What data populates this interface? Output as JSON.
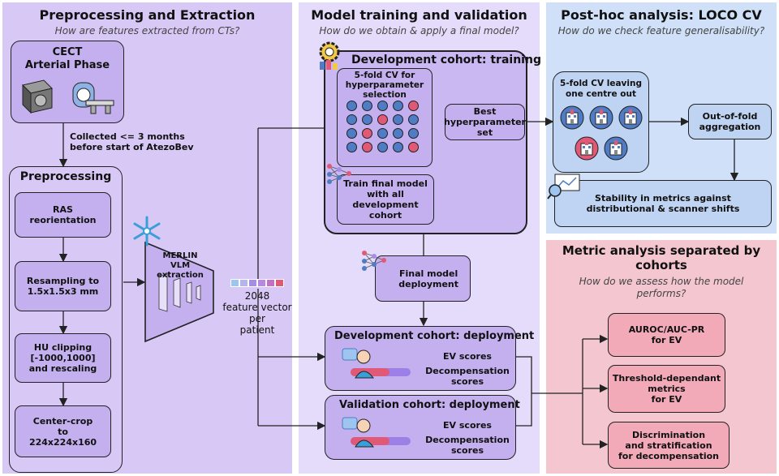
{
  "colors": {
    "panel_purple": "#d8c8f6",
    "panel_lavender": "#e4dcfa",
    "panel_blue": "#cfe0f8",
    "panel_pink": "#f4c6cf",
    "box_purple": "#c4b0ef",
    "box_blue": "#bfd3f2",
    "box_pink": "#f2a9b8",
    "dot_blue": "#4f7cc4",
    "dot_red": "#e05a78"
  },
  "preprocessing": {
    "title": "Preprocessing and Extraction",
    "subtitle": "How are features extracted from CTs?",
    "cect_title": "CECT\nArterial Phase",
    "collected_note": "Collected <= 3 months\nbefore start of AtezoBev",
    "preproc_title": "Preprocessing",
    "steps": [
      "RAS\nreorientation",
      "Resampling to\n1.5x1.5x3 mm",
      "HU clipping\n[-1000,1000]\nand rescaling",
      "Center-crop\nto\n224x224x160"
    ],
    "merlin_label": "MERLIN\nVLM extraction",
    "feature_caption": "2048\nfeature vector\nper\npatient",
    "icons": [
      "ct-volume-icon",
      "ct-scanner-icon",
      "snowflake-icon"
    ]
  },
  "training": {
    "title": "Model training and validation",
    "subtitle": "How do we obtain & apply a final model?",
    "dev_training_title": "Development cohort: training",
    "cv_title": "5-fold CV for\nhyperparameter\nselection",
    "best_hp": "Best\nhyperparameter\nset",
    "train_final": "Train final model\nwith all\ndevelopment cohort",
    "final_deploy": "Final model\ndeployment",
    "dev_deploy_title": "Development cohort: deployment",
    "val_deploy_title": "Validation cohort: deployment",
    "ev_scores": "EV scores",
    "decomp_scores": "Decompensation\nscores",
    "grid_red_cells": [
      4,
      7,
      11,
      16,
      19
    ],
    "icons": [
      "gear-icon",
      "neural-network-icon",
      "doctor-icon"
    ]
  },
  "loco": {
    "title": "Post-hoc analysis: LOCO CV",
    "subtitle": "How do we check feature generalisability?",
    "cv_label": "5-fold CV  leaving\none centre out",
    "oof": "Out-of-fold\naggregation",
    "stability": "Stability in metrics against\ndistributional & scanner shifts",
    "icons": [
      "hospital-icon",
      "chart-magnifier-icon"
    ]
  },
  "metrics": {
    "title": "Metric analysis separated by\ncohorts",
    "subtitle": "How do we assess how the model\nperforms?",
    "items": [
      "AUROC/AUC-PR\nfor EV",
      "Threshold-dependant\nmetrics\nfor EV",
      "Discrimination\nand stratification\nfor decompensation"
    ]
  }
}
